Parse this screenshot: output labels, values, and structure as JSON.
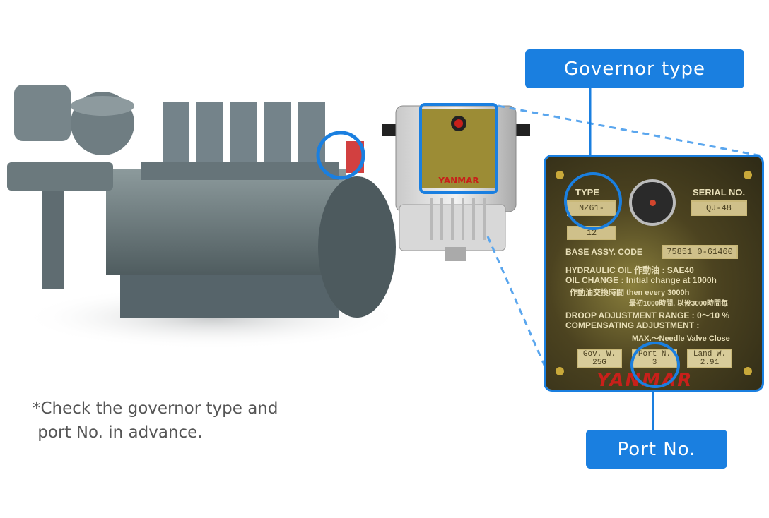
{
  "callouts": {
    "governor_type": "Governor type",
    "port_no": "Port No."
  },
  "note": {
    "line1": "*Check the governor type and",
    "line2": " port No. in advance."
  },
  "plate": {
    "type_label": "TYPE",
    "type_value": "NZ61-",
    "serial_label": "SERIAL NO.",
    "serial_value": "QJ-48",
    "code_value": "12",
    "base_assy_label": "BASE ASSY. CODE",
    "base_assy_value": "75851 0-61460",
    "hydraulic_oil": "HYDRAULIC OIL 作動油 : SAE40",
    "oil_change_1": "OIL CHANGE : Initial change at 1000h",
    "oil_change_2": "作動油交換時間    then every 3000h",
    "oil_change_3": "最初1000時間, 以後3000時間毎",
    "droop": "DROOP ADJUSTMENT RANGE : 0〜10 %",
    "compensating": "COMPENSATING ADJUSTMENT :",
    "max": "MAX.〜Needle Valve Close",
    "gov_w_label": "Gov. W.",
    "gov_w_value": "25G",
    "port_n_label": "Port N.",
    "port_n_value": "3",
    "land_w_label": "Land W.",
    "land_w_value": "2.91",
    "brand": "YANMAR"
  },
  "governor_unit": {
    "brand": "YANMAR"
  },
  "colors": {
    "accent": "#1a7fe0",
    "brand_red": "#c8201a"
  }
}
